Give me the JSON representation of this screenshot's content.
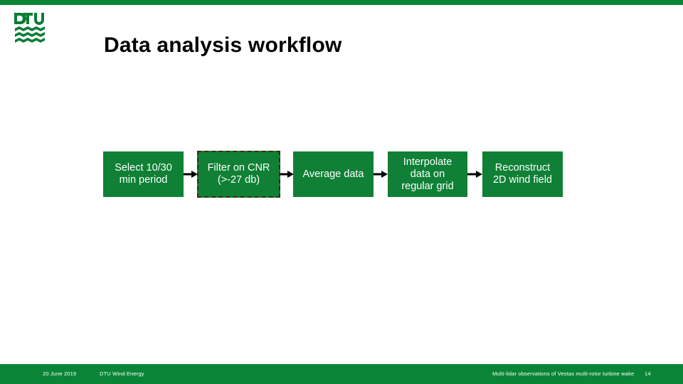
{
  "slide": {
    "title": "Data analysis workflow",
    "brand_green": "#0a8537",
    "box_green": "#0f8036",
    "dashed_border_color": "#3b2a14"
  },
  "logo": {
    "name": "dtu-logo",
    "wordmark": "DTU"
  },
  "flow": {
    "boxes": [
      {
        "id": "select-period",
        "label": "Select 10/30\nmin period",
        "style": "solid"
      },
      {
        "id": "filter-cnr",
        "label": "Filter on CNR\n(>-27 db)",
        "style": "dashed"
      },
      {
        "id": "average-data",
        "label": "Average data",
        "style": "solid"
      },
      {
        "id": "interpolate-grid",
        "label": "Interpolate\ndata on\nregular grid",
        "style": "solid"
      },
      {
        "id": "reconstruct-field",
        "label": "Reconstruct\n2D wind field",
        "style": "solid"
      }
    ],
    "arrows": [
      {
        "id": "arrow-1",
        "from": "select-period",
        "to": "filter-cnr"
      },
      {
        "id": "arrow-2",
        "from": "filter-cnr",
        "to": "average-data"
      },
      {
        "id": "arrow-3",
        "from": "average-data",
        "to": "interpolate-grid"
      },
      {
        "id": "arrow-4",
        "from": "interpolate-grid",
        "to": "reconstruct-field"
      }
    ]
  },
  "footer": {
    "date": "20 June 2019",
    "department": "DTU Wind Energy",
    "subject": "Multi-lidar observations of Vestas multi-rotor turbine wake",
    "page_number": "14"
  }
}
